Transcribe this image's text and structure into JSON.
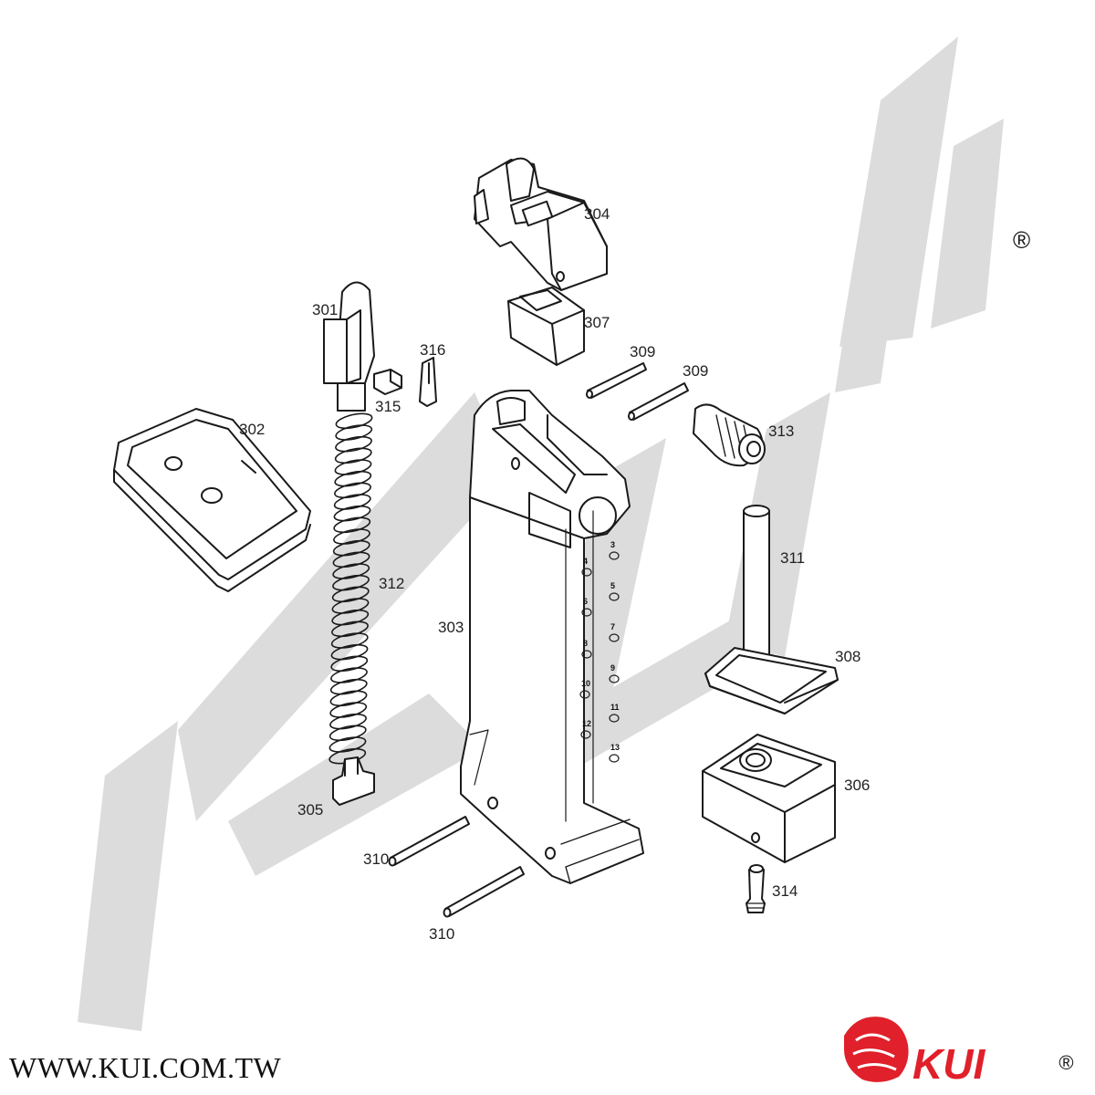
{
  "diagram": {
    "watermark_text": "KUI",
    "registered_mark": "®",
    "parts": [
      {
        "id": "301",
        "label": "301"
      },
      {
        "id": "302",
        "label": "302"
      },
      {
        "id": "303",
        "label": "303"
      },
      {
        "id": "304",
        "label": "304"
      },
      {
        "id": "305",
        "label": "305"
      },
      {
        "id": "306",
        "label": "306"
      },
      {
        "id": "307",
        "label": "307"
      },
      {
        "id": "308",
        "label": "308"
      },
      {
        "id": "309a",
        "label": "309"
      },
      {
        "id": "309b",
        "label": "309"
      },
      {
        "id": "310a",
        "label": "310"
      },
      {
        "id": "310b",
        "label": "310"
      },
      {
        "id": "311",
        "label": "311"
      },
      {
        "id": "312",
        "label": "312"
      },
      {
        "id": "313",
        "label": "313"
      },
      {
        "id": "314",
        "label": "314"
      },
      {
        "id": "315",
        "label": "315"
      },
      {
        "id": "316",
        "label": "316"
      }
    ],
    "round_count_markings": [
      "3",
      "4",
      "5",
      "6",
      "7",
      "8",
      "9",
      "10",
      "11",
      "12",
      "13"
    ]
  },
  "footer": {
    "website": "WWW.KUI.COM.TW",
    "logo_text": "KUI",
    "logo_reg": "®"
  },
  "colors": {
    "watermark": "#d9d9d9",
    "line": "#1a1a1a",
    "logo_red": "#e0202a"
  }
}
